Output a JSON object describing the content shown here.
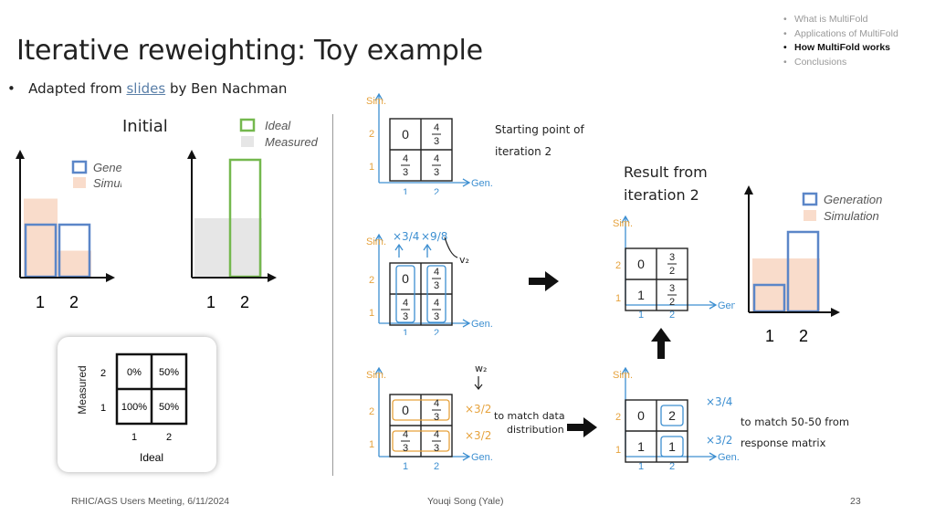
{
  "title": "Iterative reweighting: Toy example",
  "bullet": {
    "prefix": "Adapted from ",
    "link": "slides",
    "suffix": " by Ben Nachman"
  },
  "nav": [
    {
      "label": "What is MultiFold",
      "active": false
    },
    {
      "label": "Applications of MultiFold",
      "active": false
    },
    {
      "label": "How MultiFold works",
      "active": true
    },
    {
      "label": "Conclusions",
      "active": false
    }
  ],
  "initial_label": "Initial",
  "result_label": [
    "Result from",
    "iteration 2"
  ],
  "legends": {
    "generation": "Generation",
    "simulation": "Simulation",
    "ideal": "Ideal",
    "measured": "Measured"
  },
  "hist_ticks": [
    "1",
    "2"
  ],
  "initial_hist": {
    "generation": [
      1,
      1
    ],
    "simulation": [
      1.5,
      0.5
    ]
  },
  "ideal_hist": {
    "ideal": [
      0,
      2
    ],
    "measured": [
      1,
      1
    ]
  },
  "result_hist": {
    "generation": [
      0.5,
      1.5
    ],
    "simulation": [
      1,
      1
    ]
  },
  "response": {
    "ylabel": "Measured",
    "xlabel": "Ideal",
    "rows": [
      "2",
      "1"
    ],
    "cols": [
      "1",
      "2"
    ],
    "cells": [
      [
        "0%",
        "50%"
      ],
      [
        "100%",
        "50%"
      ]
    ]
  },
  "axis": {
    "sim": "Sim.",
    "gen": "Gen."
  },
  "grid_start": {
    "cells": [
      [
        "0",
        "4/3"
      ],
      [
        "4/3",
        "4/3"
      ]
    ]
  },
  "start_note": [
    "Starting point of",
    "iteration 2"
  ],
  "grid_v2": {
    "cells": [
      [
        "0",
        "4/3"
      ],
      [
        "4/3",
        "4/3"
      ]
    ],
    "factors": [
      "×3/4",
      "×9/8"
    ],
    "label": "v₂"
  },
  "grid_result": {
    "cells": [
      [
        "0",
        "3/2"
      ],
      [
        "1",
        "3/2"
      ]
    ]
  },
  "grid_w2": {
    "cells": [
      [
        "0",
        "4/3"
      ],
      [
        "4/3",
        "4/3"
      ]
    ],
    "factors": [
      "×3/2",
      "×3/2"
    ],
    "label": "w₂",
    "note": [
      "to match data",
      "distribution"
    ]
  },
  "grid_matched": {
    "cells": [
      [
        "0",
        "2"
      ],
      [
        "1",
        "1"
      ]
    ],
    "factors": [
      "×3/4",
      "×3/2"
    ],
    "note": [
      "to match 50-50 from",
      "response matrix"
    ]
  },
  "footer": {
    "left": "RHIC/AGS Users Meeting, 6/11/2024",
    "center": "Youqi Song (Yale)",
    "right": "23"
  },
  "colors": {
    "generation": "#5b86c8",
    "simulation": "#f9dccb",
    "ideal": "#74b84e",
    "measured": "#e6e6e6",
    "hand_blue": "#3d8fd1",
    "hand_orange": "#e6a23c"
  }
}
